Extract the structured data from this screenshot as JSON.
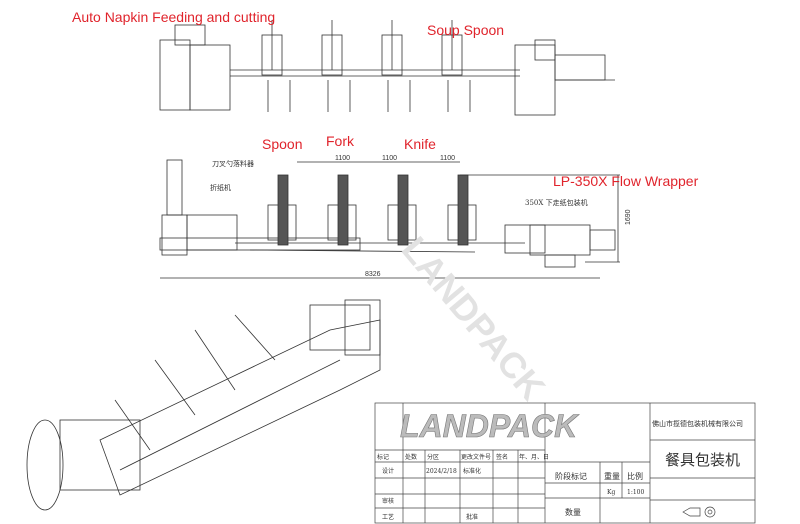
{
  "labels": {
    "napkin": "Auto Napkin Feeding and cutting",
    "soup_spoon": "Soup Spoon",
    "spoon": "Spoon",
    "fork": "Fork",
    "knife": "Knife",
    "wrapper": "LP-350X Flow Wrapper"
  },
  "dimensions": {
    "pitch1": "1100",
    "pitch2": "1100",
    "pitch3": "1100",
    "height": "1690",
    "length": "8326"
  },
  "annotations": {
    "dropper": "刀叉勺落料器",
    "folder": "折纸机",
    "wrapper_cn": "350X 下走纸包装机"
  },
  "watermark": "LANDPACK",
  "title_block": {
    "logo": "LANDPACK",
    "company": "佛山市揽德包装机械有限公司",
    "drawing_name": "餐具包装机",
    "headers": [
      "标记",
      "处数",
      "分区",
      "更改文件号",
      "签名",
      "年、月、日"
    ],
    "design": "设计",
    "date": "2024/2/18",
    "standard": "标准化",
    "review": "审核",
    "process": "工艺",
    "approve": "批准",
    "stage": "阶段标记",
    "weight": "重量",
    "scale_label": "比例",
    "weight_unit": "Kg",
    "scale": "1:100",
    "quantity": "数量"
  }
}
